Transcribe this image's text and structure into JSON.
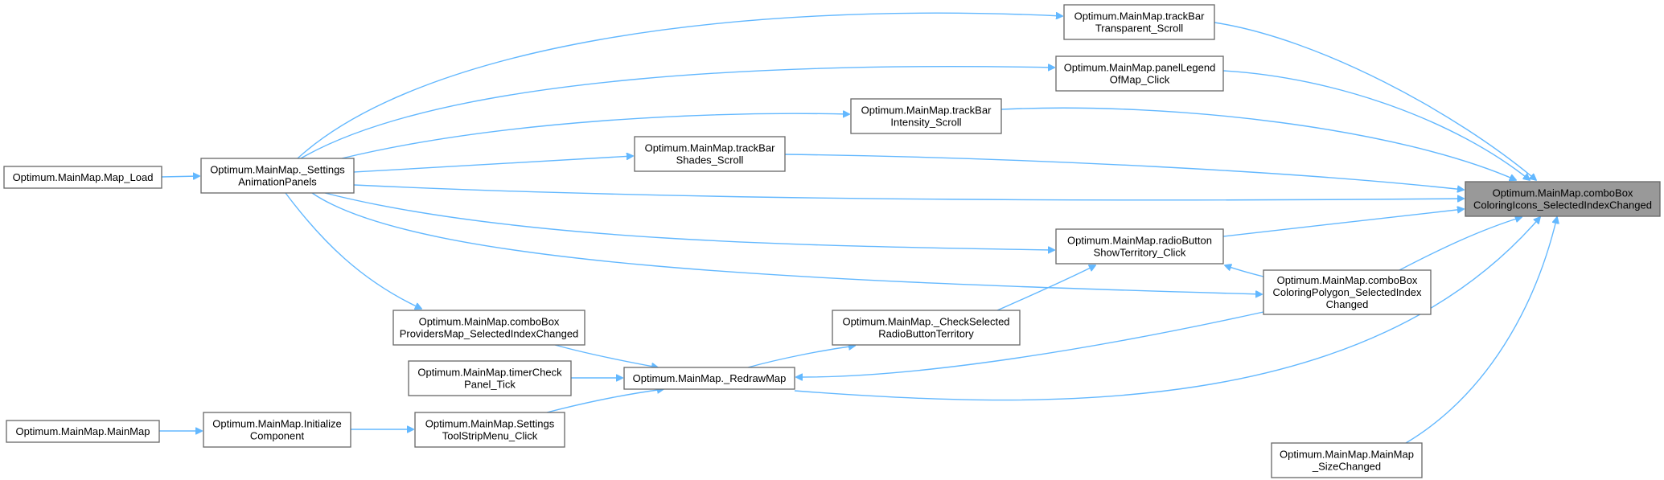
{
  "colors": {
    "edge": "#63b8ff",
    "node_border": "#666666",
    "node_fill": "#ffffff",
    "highlight_fill": "#999999",
    "text": "#000000"
  },
  "nodes": [
    {
      "id": "combobox-coloringicons",
      "lines": [
        "Optimum.MainMap.comboBox",
        "ColoringIcons_SelectedIndexChanged"
      ],
      "highlight": true
    },
    {
      "id": "trackbar-transparent",
      "lines": [
        "Optimum.MainMap.trackBar",
        "Transparent_Scroll"
      ]
    },
    {
      "id": "panellegend",
      "lines": [
        "Optimum.MainMap.panelLegend",
        "OfMap_Click"
      ]
    },
    {
      "id": "trackbar-intensity",
      "lines": [
        "Optimum.MainMap.trackBar",
        "Intensity_Scroll"
      ]
    },
    {
      "id": "trackbar-shades",
      "lines": [
        "Optimum.MainMap.trackBar",
        "Shades_Scroll"
      ]
    },
    {
      "id": "settings-animationpanels",
      "lines": [
        "Optimum.MainMap._Settings",
        "AnimationPanels"
      ]
    },
    {
      "id": "map-load",
      "lines": [
        "Optimum.MainMap.Map_Load"
      ]
    },
    {
      "id": "radiobutton-showterritory",
      "lines": [
        "Optimum.MainMap.radioButton",
        "ShowTerritory_Click"
      ]
    },
    {
      "id": "combobox-coloringpolygon",
      "lines": [
        "Optimum.MainMap.comboBox",
        "ColoringPolygon_SelectedIndex",
        "Changed"
      ]
    },
    {
      "id": "checkselected-radiobuttonterritory",
      "lines": [
        "Optimum.MainMap._CheckSelected",
        "RadioButtonTerritory"
      ]
    },
    {
      "id": "combobox-providersmap",
      "lines": [
        "Optimum.MainMap.comboBox",
        "ProvidersMap_SelectedIndexChanged"
      ]
    },
    {
      "id": "redrawmap",
      "lines": [
        "Optimum.MainMap._RedrawMap"
      ]
    },
    {
      "id": "timercheck-paneltick",
      "lines": [
        "Optimum.MainMap.timerCheck",
        "Panel_Tick"
      ]
    },
    {
      "id": "settings-toolstripmenu",
      "lines": [
        "Optimum.MainMap.Settings",
        "ToolStripMenu_Click"
      ]
    },
    {
      "id": "initialize-component",
      "lines": [
        "Optimum.MainMap.Initialize",
        "Component"
      ]
    },
    {
      "id": "mainmap-ctor",
      "lines": [
        "Optimum.MainMap.MainMap"
      ]
    },
    {
      "id": "mainmap-sizechanged",
      "lines": [
        "Optimum.MainMap.MainMap",
        "_SizeChanged"
      ]
    }
  ],
  "edges": [
    {
      "from": "trackbar-transparent",
      "to": "combobox-coloringicons"
    },
    {
      "from": "panellegend",
      "to": "combobox-coloringicons"
    },
    {
      "from": "trackbar-intensity",
      "to": "combobox-coloringicons"
    },
    {
      "from": "trackbar-shades",
      "to": "combobox-coloringicons"
    },
    {
      "from": "settings-animationpanels",
      "to": "combobox-coloringicons"
    },
    {
      "from": "radiobutton-showterritory",
      "to": "combobox-coloringicons"
    },
    {
      "from": "combobox-coloringpolygon",
      "to": "combobox-coloringicons"
    },
    {
      "from": "redrawmap",
      "to": "combobox-coloringicons"
    },
    {
      "from": "mainmap-sizechanged",
      "to": "combobox-coloringicons"
    },
    {
      "from": "settings-animationpanels",
      "to": "trackbar-transparent"
    },
    {
      "from": "settings-animationpanels",
      "to": "panellegend"
    },
    {
      "from": "settings-animationpanels",
      "to": "trackbar-intensity"
    },
    {
      "from": "settings-animationpanels",
      "to": "trackbar-shades"
    },
    {
      "from": "settings-animationpanels",
      "to": "radiobutton-showterritory"
    },
    {
      "from": "settings-animationpanels",
      "to": "combobox-coloringpolygon"
    },
    {
      "from": "settings-animationpanels",
      "to": "combobox-providersmap"
    },
    {
      "from": "map-load",
      "to": "settings-animationpanels"
    },
    {
      "from": "combobox-coloringpolygon",
      "to": "radiobutton-showterritory"
    },
    {
      "from": "checkselected-radiobuttonterritory",
      "to": "radiobutton-showterritory"
    },
    {
      "from": "redrawmap",
      "to": "checkselected-radiobuttonterritory"
    },
    {
      "from": "combobox-coloringpolygon",
      "to": "redrawmap"
    },
    {
      "from": "combobox-providersmap",
      "to": "redrawmap"
    },
    {
      "from": "timercheck-paneltick",
      "to": "redrawmap"
    },
    {
      "from": "settings-toolstripmenu",
      "to": "redrawmap"
    },
    {
      "from": "initialize-component",
      "to": "settings-toolstripmenu"
    },
    {
      "from": "mainmap-ctor",
      "to": "initialize-component"
    }
  ]
}
